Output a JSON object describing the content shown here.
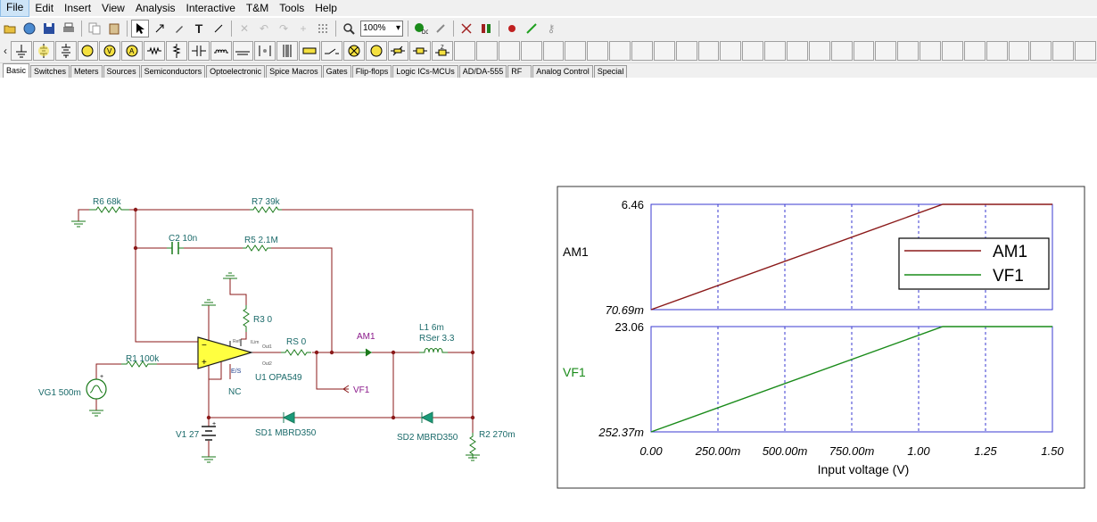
{
  "menu": [
    "File",
    "Edit",
    "Insert",
    "View",
    "Analysis",
    "Interactive",
    "T&M",
    "Tools",
    "Help"
  ],
  "toolbar": {
    "zoom": "100%"
  },
  "tabs": [
    "Basic",
    "Switches",
    "Meters",
    "Sources",
    "Semiconductors",
    "Optoelectronic",
    "Spice Macros",
    "Gates",
    "Flip-flops",
    "Logic ICs-MCUs",
    "AD/DA-555",
    "RF",
    "Analog Control",
    "Special"
  ],
  "schematic": {
    "r6": "R6 68k",
    "r7": "R7 39k",
    "c2": "C2 10n",
    "r5": "R5 2.1M",
    "r3": "R3 0",
    "r1": "R1 100k",
    "rs": "RS 0",
    "am1": "AM1",
    "l1": "L1 6m",
    "rser": "RSer 3.3",
    "u1": "U1 OPA549",
    "vf1": "VF1",
    "vg1": "VG1 500m",
    "nc": "NC",
    "pin_ref": "Ref",
    "pin_ilim": "ILim",
    "pin_out1": "Out1",
    "pin_out2": "Out2",
    "pin_es": "E/S",
    "v1": "V1 27",
    "sd1": "SD1 MBRD350",
    "sd2": "SD2 MBRD350",
    "r2": "R2 270m"
  },
  "chart_data": {
    "type": "line",
    "xlabel": "Input voltage (V)",
    "x_ticks": [
      "0.00",
      "250.00m",
      "500.00m",
      "750.00m",
      "1.00",
      "1.25",
      "1.50"
    ],
    "xlim": [
      0,
      1.5
    ],
    "legend_position": "top-right",
    "panels": [
      {
        "label": "AM1",
        "ymin_label": "70.69m",
        "ymax_label": "6.46",
        "color": "#8b1a1a",
        "points": [
          [
            0,
            0
          ],
          [
            1.09,
            1
          ],
          [
            1.5,
            1
          ]
        ]
      },
      {
        "label": "VF1",
        "ymin_label": "252.37m",
        "ymax_label": "23.06",
        "color": "#1a8b1a",
        "points": [
          [
            0,
            0
          ],
          [
            1.09,
            1
          ],
          [
            1.5,
            1
          ]
        ]
      }
    ],
    "series": [
      {
        "name": "AM1",
        "color": "#8b1a1a"
      },
      {
        "name": "VF1",
        "color": "#1a8b1a"
      }
    ]
  }
}
